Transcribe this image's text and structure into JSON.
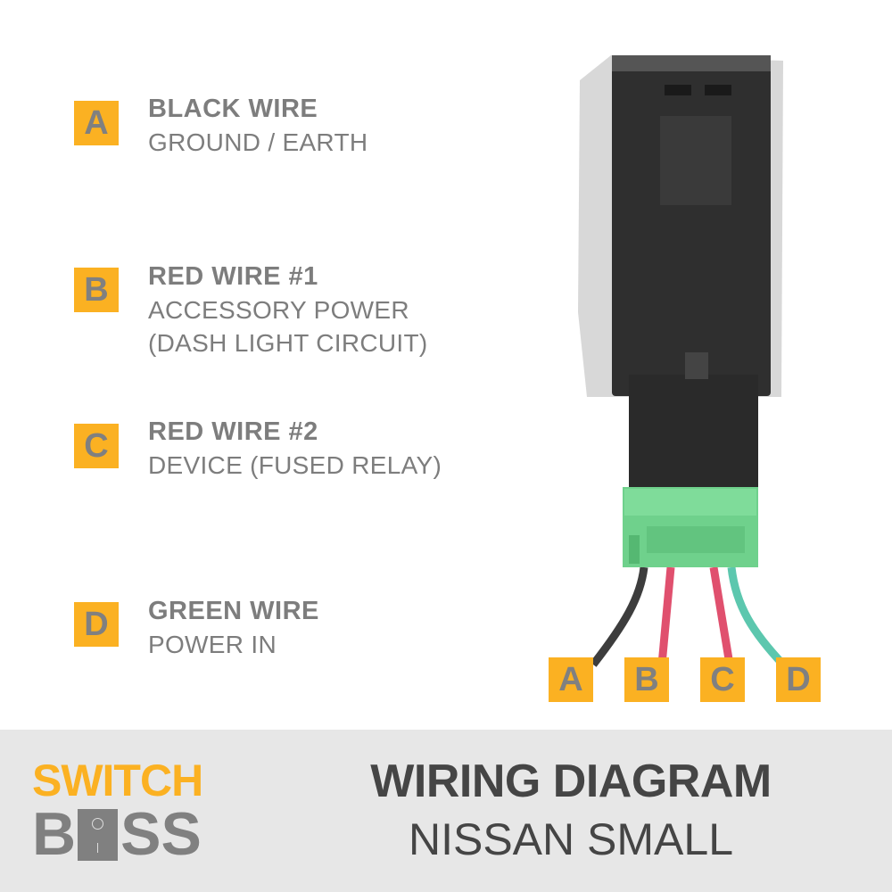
{
  "items": [
    {
      "letter": "A",
      "title": "BLACK WIRE",
      "lines": [
        "GROUND / EARTH"
      ]
    },
    {
      "letter": "B",
      "title": "RED WIRE #1",
      "lines": [
        "ACCESSORY POWER",
        "(DASH LIGHT CIRCUIT)"
      ]
    },
    {
      "letter": "C",
      "title": "RED WIRE #2",
      "lines": [
        "DEVICE (FUSED RELAY)"
      ]
    },
    {
      "letter": "D",
      "title": "GREEN WIRE",
      "lines": [
        "POWER IN"
      ]
    }
  ],
  "wire_labels": [
    "A",
    "B",
    "C",
    "D"
  ],
  "logo": {
    "line1": "SWITCH",
    "line2_left": "B",
    "line2_right": "SS"
  },
  "footer": {
    "title": "WIRING DIAGRAM",
    "subtitle": "NISSAN SMALL"
  },
  "colors": {
    "accent": "#fbb122",
    "text": "#7d7d7d",
    "footer_bg": "#e7e7e7"
  }
}
